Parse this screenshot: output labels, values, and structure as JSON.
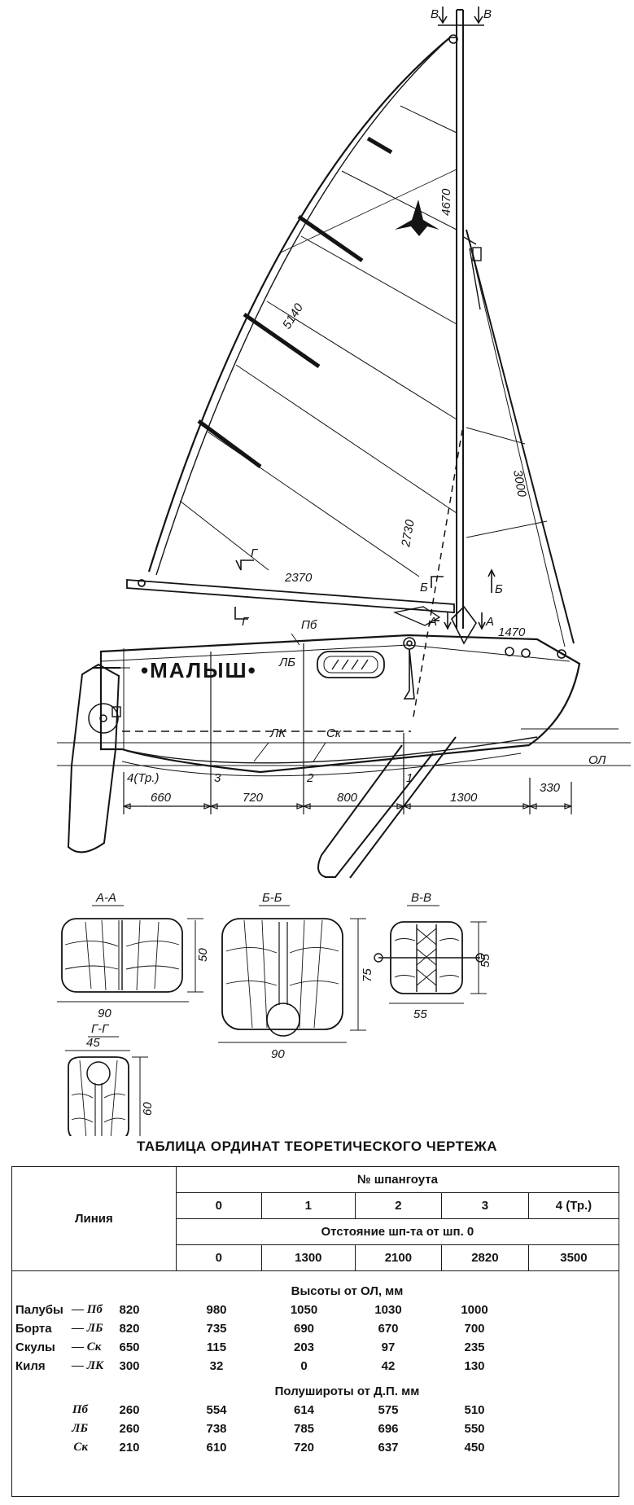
{
  "drawing": {
    "boat_name": "•МАЛЫШ•",
    "mast_labels": [
      "В",
      "В"
    ],
    "dimensions": {
      "mast_top": "4670",
      "leech": "5140",
      "forestay": "3000",
      "boom_height": "2730",
      "boom_length": "2370",
      "bow_deck": "1470",
      "bow_overhang": "330"
    },
    "line_labels": {
      "deck": "Пб",
      "sheer": "ЛБ",
      "keel": "ЛК",
      "chine": "Ск",
      "baseline": "ОЛ"
    },
    "section_marks": {
      "g": "Г",
      "b": "Б",
      "a": "А"
    },
    "stations": [
      "4(Тр.)",
      "3",
      "2",
      "1"
    ],
    "spacings": [
      "660",
      "720",
      "800",
      "1300"
    ],
    "sections": [
      {
        "title": "А-А",
        "width": "90",
        "height": "50"
      },
      {
        "title": "Б-Б",
        "width": "90",
        "height": "75"
      },
      {
        "title": "В-В",
        "width": "55",
        "height": "55"
      },
      {
        "title": "Г-Г",
        "width": "45",
        "height": "60"
      }
    ]
  },
  "table": {
    "title": "ТАБЛИЦА ОРДИНАТ ТЕОРЕТИЧЕСКОГО ЧЕРТЕЖА",
    "line_header": "Линия",
    "frame_header": "№ шпангоута",
    "frames": [
      "0",
      "1",
      "2",
      "3",
      "4 (Тр.)"
    ],
    "distance_header": "Отстояние шп-та от шп. 0",
    "distances": [
      "0",
      "1300",
      "2100",
      "2820",
      "3500"
    ],
    "heights_header": "Высоты от ОЛ, мм",
    "heights": [
      {
        "name": "Палубы",
        "code": "Пб",
        "values": [
          "820",
          "980",
          "1050",
          "1030",
          "1000"
        ]
      },
      {
        "name": "Борта",
        "code": "ЛБ",
        "values": [
          "820",
          "735",
          "690",
          "670",
          "700"
        ]
      },
      {
        "name": "Скулы",
        "code": "Ск",
        "values": [
          "650",
          "115",
          "203",
          "97",
          "235"
        ]
      },
      {
        "name": "Киля",
        "code": "ЛК",
        "values": [
          "300",
          "32",
          "0",
          "42",
          "130"
        ]
      }
    ],
    "halfbreadths_header": "Полушироты от Д.П. мм",
    "halfbreadths": [
      {
        "code": "Пб",
        "values": [
          "260",
          "554",
          "614",
          "575",
          "510"
        ]
      },
      {
        "code": "ЛБ",
        "values": [
          "260",
          "738",
          "785",
          "696",
          "550"
        ]
      },
      {
        "code": "Ск",
        "values": [
          "210",
          "610",
          "720",
          "637",
          "450"
        ]
      }
    ]
  }
}
